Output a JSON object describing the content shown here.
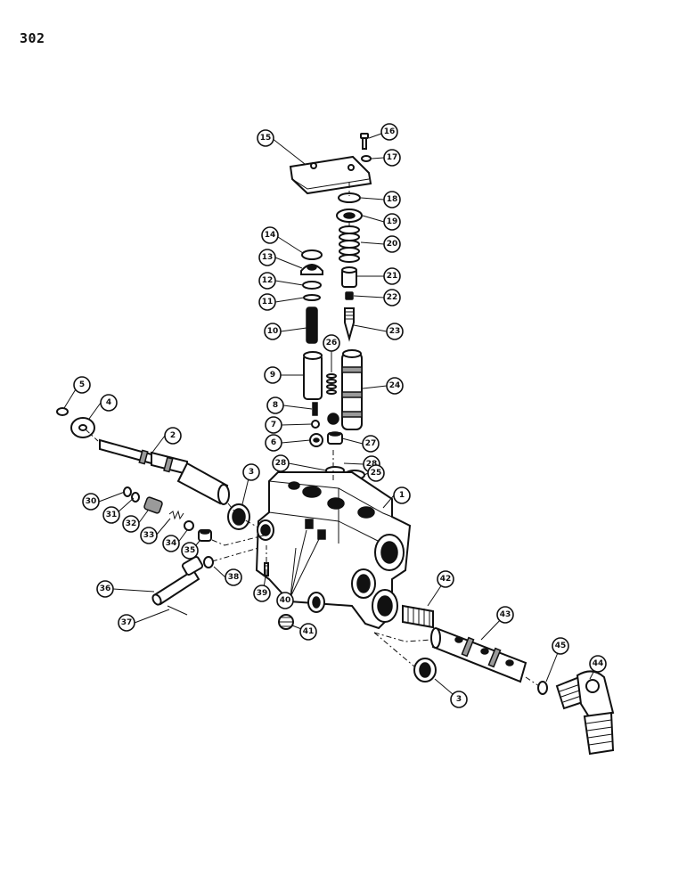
{
  "page_number": "302",
  "callouts": [
    {
      "id": "c15",
      "label": "15"
    },
    {
      "id": "c16",
      "label": "16"
    },
    {
      "id": "c17",
      "label": "17"
    },
    {
      "id": "c18",
      "label": "18"
    },
    {
      "id": "c19",
      "label": "19"
    },
    {
      "id": "c20",
      "label": "20"
    },
    {
      "id": "c21",
      "label": "21"
    },
    {
      "id": "c22",
      "label": "22"
    },
    {
      "id": "c23",
      "label": "23"
    },
    {
      "id": "c24",
      "label": "24"
    },
    {
      "id": "c14",
      "label": "14"
    },
    {
      "id": "c13",
      "label": "13"
    },
    {
      "id": "c12",
      "label": "12"
    },
    {
      "id": "c11",
      "label": "11"
    },
    {
      "id": "c10",
      "label": "10"
    },
    {
      "id": "c9",
      "label": "9"
    },
    {
      "id": "c26",
      "label": "26"
    },
    {
      "id": "c8",
      "label": "8"
    },
    {
      "id": "c7",
      "label": "7"
    },
    {
      "id": "c6",
      "label": "6"
    },
    {
      "id": "c27",
      "label": "27"
    },
    {
      "id": "c28a",
      "label": "28"
    },
    {
      "id": "c28b",
      "label": "28"
    },
    {
      "id": "c25",
      "label": "25"
    },
    {
      "id": "c5",
      "label": "5"
    },
    {
      "id": "c4",
      "label": "4"
    },
    {
      "id": "c2",
      "label": "2"
    },
    {
      "id": "c3a",
      "label": "3"
    },
    {
      "id": "c1",
      "label": "1"
    },
    {
      "id": "c30",
      "label": "30"
    },
    {
      "id": "c31",
      "label": "31"
    },
    {
      "id": "c32",
      "label": "32"
    },
    {
      "id": "c33",
      "label": "33"
    },
    {
      "id": "c34",
      "label": "34"
    },
    {
      "id": "c35",
      "label": "35"
    },
    {
      "id": "c38",
      "label": "38"
    },
    {
      "id": "c36",
      "label": "36"
    },
    {
      "id": "c39",
      "label": "39"
    },
    {
      "id": "c37",
      "label": "37"
    },
    {
      "id": "c40",
      "label": "40"
    },
    {
      "id": "c41",
      "label": "41"
    },
    {
      "id": "c42",
      "label": "42"
    },
    {
      "id": "c43",
      "label": "43"
    },
    {
      "id": "c45",
      "label": "45"
    },
    {
      "id": "c44",
      "label": "44"
    },
    {
      "id": "c3b",
      "label": "3"
    }
  ]
}
